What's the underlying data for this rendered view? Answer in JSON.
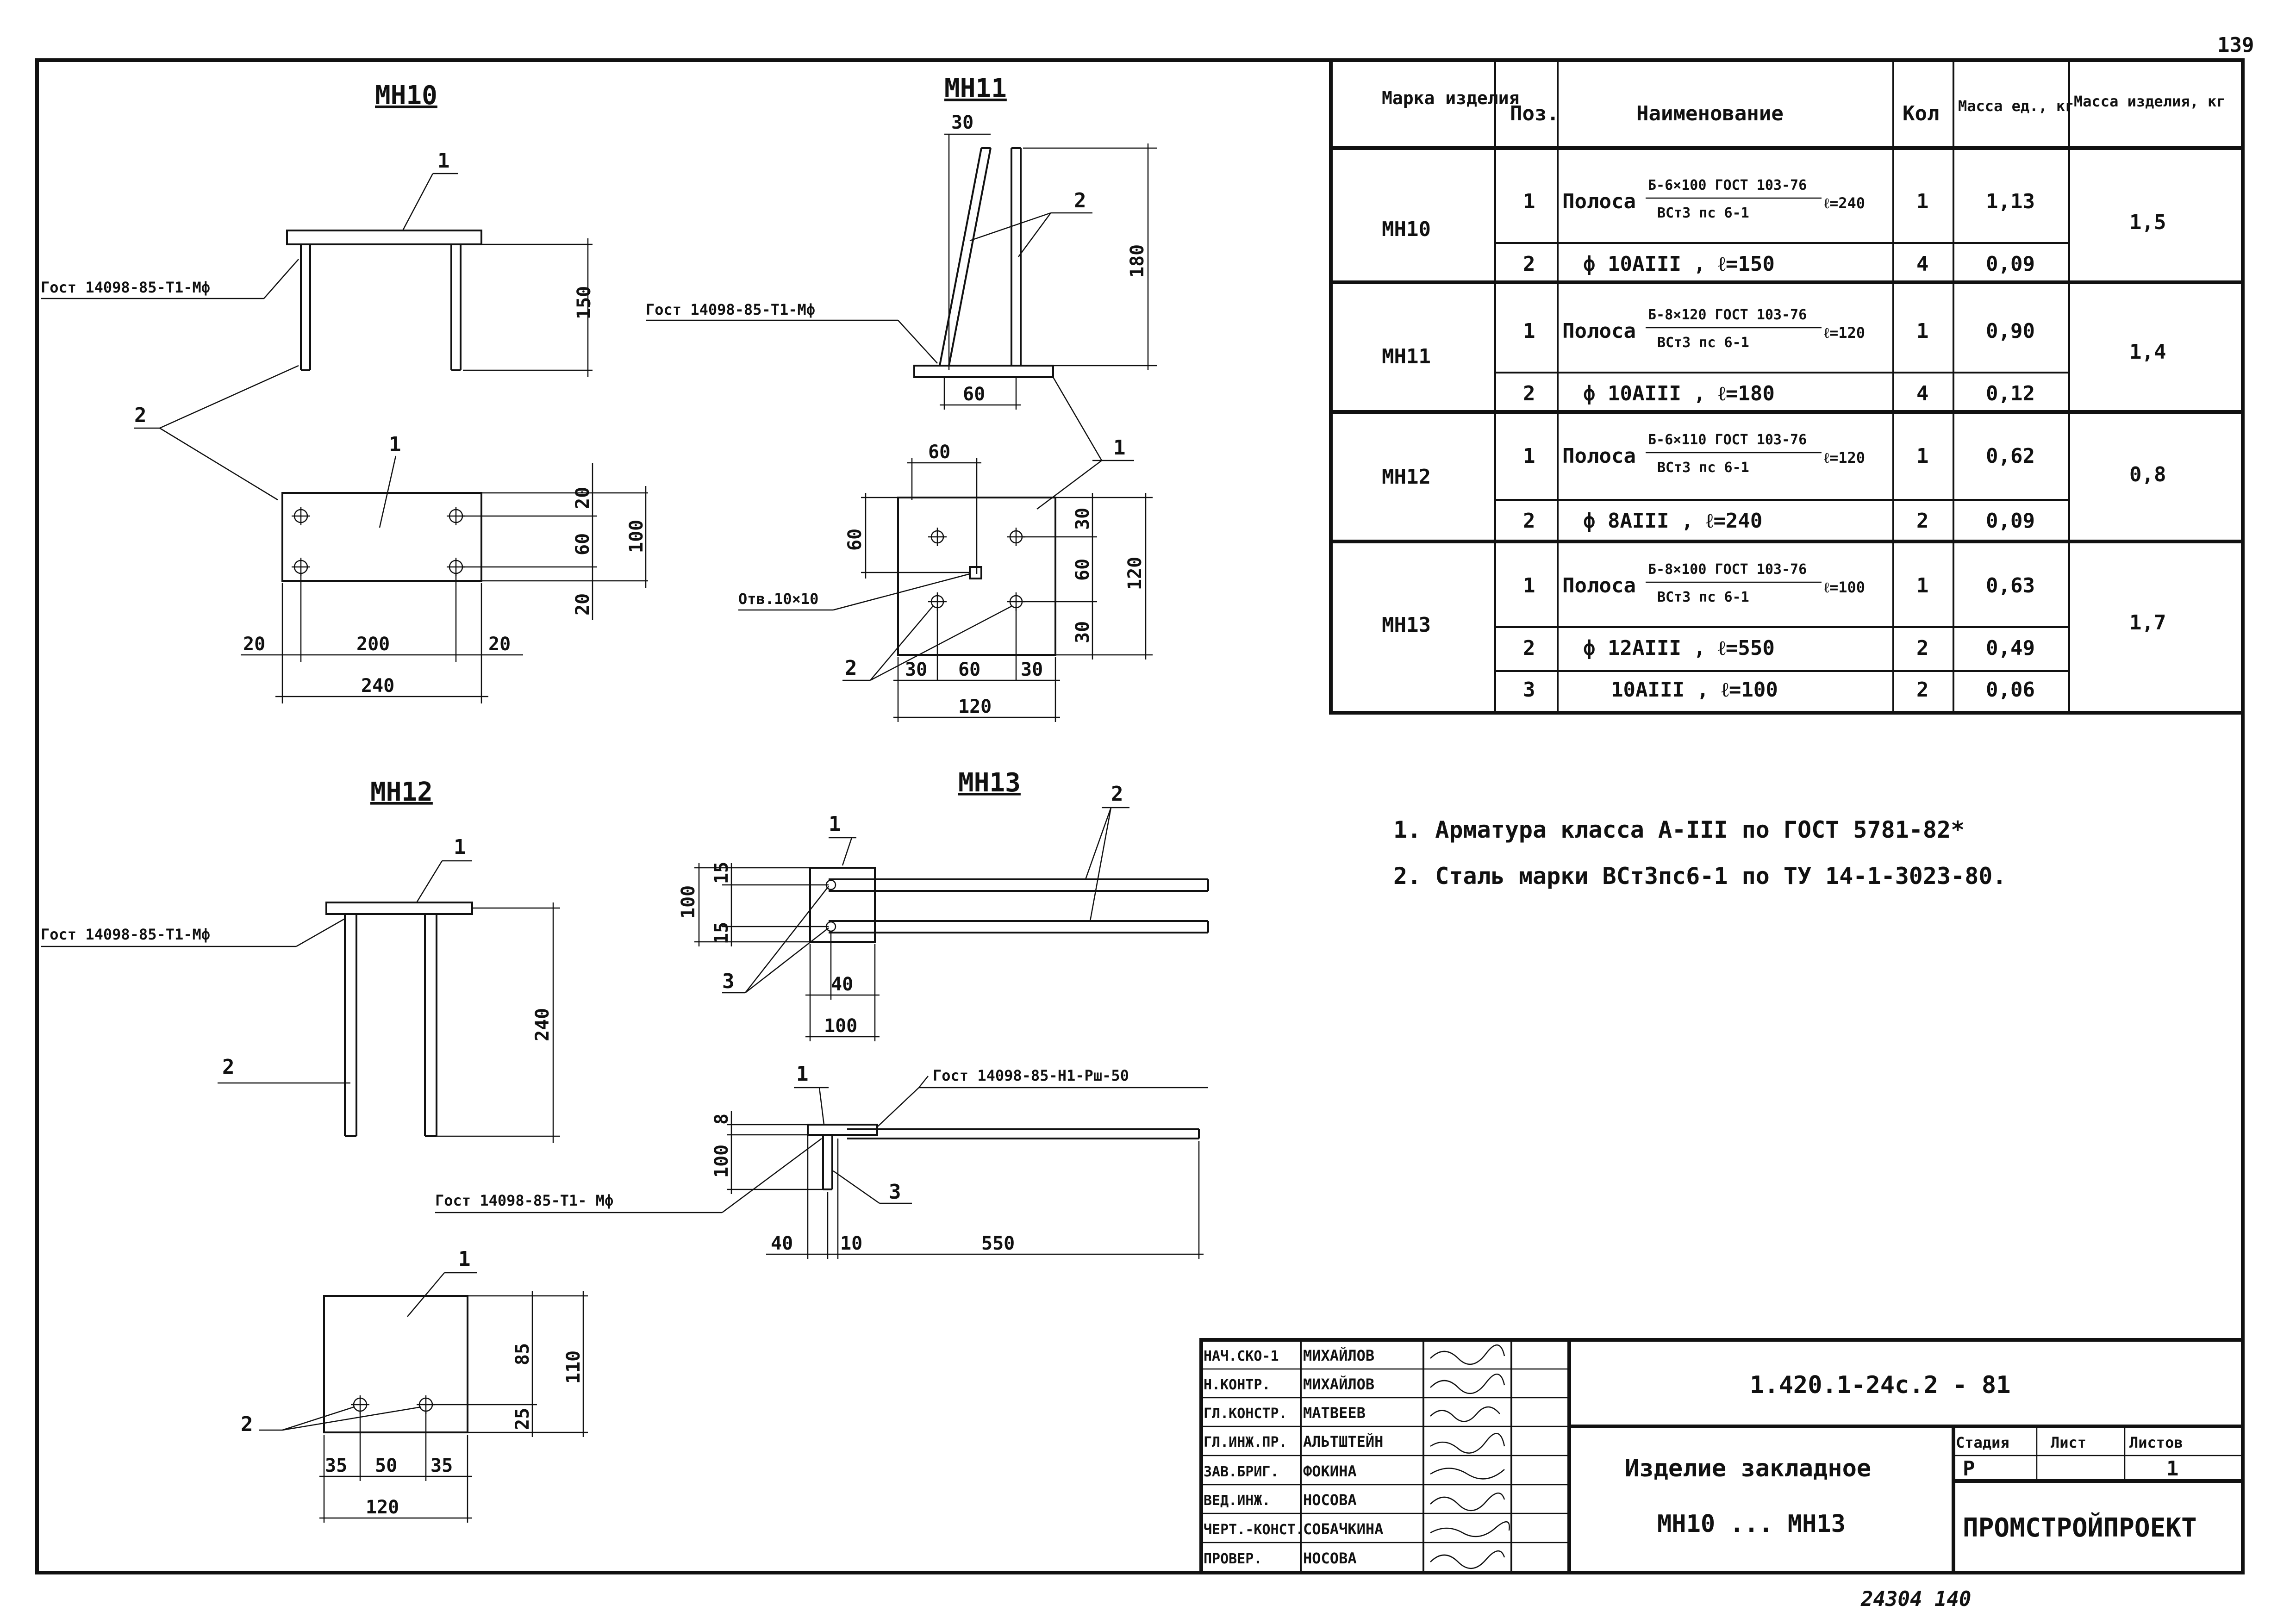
{
  "page": {
    "sheet_number": "139",
    "inventory_number": "24304 140"
  },
  "parts": {
    "mn10": {
      "title": "МН10",
      "weld_note": "Гост 14098-85-Т1-Мф",
      "pos1": "1",
      "pos2": "2",
      "dim_150": "150",
      "dim_20a": "20",
      "dim_60": "60",
      "dim_20b": "20",
      "dim_100": "100",
      "dim_left20": "20",
      "dim_200": "200",
      "dim_right20": "20",
      "dim_240": "240"
    },
    "mn11": {
      "title": "МН11",
      "weld_note": "Гост 14098-85-Т1-Мф",
      "pos1": "1",
      "pos2": "2",
      "dim_30": "30",
      "dim_180": "180",
      "dim_60_base": "60",
      "dim_60_top": "60",
      "dim_60_left": "60",
      "dim_30a": "30",
      "dim_60r": "60",
      "dim_30b": "30",
      "dim_120r": "120",
      "dim_b30a": "30",
      "dim_b60": "60",
      "dim_b30b": "30",
      "dim_b120": "120",
      "hole_note": "Отв.10×10"
    },
    "mn12": {
      "title": "МН12",
      "weld_note": "Гост 14098-85-Т1-Мф",
      "pos1": "1",
      "pos2": "2",
      "dim_240": "240",
      "dim_85": "85",
      "dim_25": "25",
      "dim_110": "110",
      "dim_35a": "35",
      "dim_50": "50",
      "dim_35b": "35",
      "dim_120": "120"
    },
    "mn13": {
      "title": "МН13",
      "weld_note_top": "Гост 14098-85-Н1-Рш-50",
      "weld_note_bottom": "Гост 14098-85-Т1- Мф",
      "pos1": "1",
      "pos2": "2",
      "pos3": "3",
      "dim_100": "100",
      "dim_15a": "15",
      "dim_15b": "15",
      "dim_40": "40",
      "dim_100b": "100",
      "dim_8": "8",
      "dim_100s": "100",
      "dim_40s": "40",
      "dim_10": "10",
      "dim_550": "550"
    }
  },
  "spec_table": {
    "headers": {
      "mark": "Марка изделия",
      "pos": "Поз.",
      "name": "Наименование",
      "qty": "Кол",
      "mass_unit": "Масса ед., кг",
      "mass_item": "Масса изделия, кг"
    },
    "groups": [
      {
        "mark": "МН10",
        "mass": "1,5",
        "rows": [
          {
            "pos": "1",
            "name": "Полоса",
            "frac_top": "Б-6×100 ГОСТ 103-76",
            "frac_bot": "ВСт3 пс 6-1",
            "len": "ℓ=240",
            "qty": "1",
            "mass": "1,13"
          },
          {
            "pos": "2",
            "name": "ф 10АIII ,  ℓ=150",
            "frac_top": "",
            "frac_bot": "",
            "len": "",
            "qty": "4",
            "mass": "0,09"
          }
        ]
      },
      {
        "mark": "МН11",
        "mass": "1,4",
        "rows": [
          {
            "pos": "1",
            "name": "Полоса",
            "frac_top": "Б-8×120 ГОСТ 103-76",
            "frac_bot": "ВСт3 пс 6-1",
            "len": "ℓ=120",
            "qty": "1",
            "mass": "0,90"
          },
          {
            "pos": "2",
            "name": "ф 10АIII ,  ℓ=180",
            "frac_top": "",
            "frac_bot": "",
            "len": "",
            "qty": "4",
            "mass": "0,12"
          }
        ]
      },
      {
        "mark": "МН12",
        "mass": "0,8",
        "rows": [
          {
            "pos": "1",
            "name": "Полоса",
            "frac_top": "Б-6×110 ГОСТ 103-76",
            "frac_bot": "ВСт3 пс 6-1",
            "len": "ℓ=120",
            "qty": "1",
            "mass": "0,62"
          },
          {
            "pos": "2",
            "name": "ф 8АIII ,  ℓ=240",
            "frac_top": "",
            "frac_bot": "",
            "len": "",
            "qty": "2",
            "mass": "0,09"
          }
        ]
      },
      {
        "mark": "МН13",
        "mass": "1,7",
        "rows": [
          {
            "pos": "1",
            "name": "Полоса",
            "frac_top": "Б-8×100 ГОСТ 103-76",
            "frac_bot": "ВСт3 пс 6-1",
            "len": "ℓ=100",
            "qty": "1",
            "mass": "0,63"
          },
          {
            "pos": "2",
            "name": "ф 12АIII ,  ℓ=550",
            "frac_top": "",
            "frac_bot": "",
            "len": "",
            "qty": "2",
            "mass": "0,49"
          },
          {
            "pos": "3",
            "name": "10АIII ,  ℓ=100",
            "frac_top": "",
            "frac_bot": "",
            "len": "",
            "qty": "2",
            "mass": "0,06"
          }
        ]
      }
    ]
  },
  "notes": [
    "1. Арматура класса А-III по ГОСТ 5781-82*",
    "2. Сталь марки ВСт3пс6-1 по ТУ 14-1-3023-80."
  ],
  "title_block": {
    "code": "1.420.1-24с.2 - 81",
    "signers": [
      {
        "role": "НАЧ.СКО-1",
        "name": "МИХАЙЛОВ"
      },
      {
        "role": "Н.КОНТР.",
        "name": "МИХАЙЛОВ"
      },
      {
        "role": "ГЛ.КОНСТР.",
        "name": "МАТВЕЕВ"
      },
      {
        "role": "ГЛ.ИНЖ.ПР.",
        "name": "АЛЬТШТЕЙН"
      },
      {
        "role": "ЗАВ.БРИГ.",
        "name": "ФОКИНА"
      },
      {
        "role": "ВЕД.ИНЖ.",
        "name": "НОСОВА"
      },
      {
        "role": "ЧЕРТ.-КОНСТ.",
        "name": "СОБАЧКИНА"
      },
      {
        "role": "ПРОВЕР.",
        "name": "НОСОВА"
      }
    ],
    "item_title": "Изделие закладное",
    "item_range": "МН10 ... МН13",
    "stage_label": "Стадия",
    "sheet_label": "Лист",
    "sheets_label": "Листов",
    "stage": "Р",
    "sheet": "",
    "sheets": "1",
    "org": "ПРОМСТРОЙПРОЕКТ"
  }
}
